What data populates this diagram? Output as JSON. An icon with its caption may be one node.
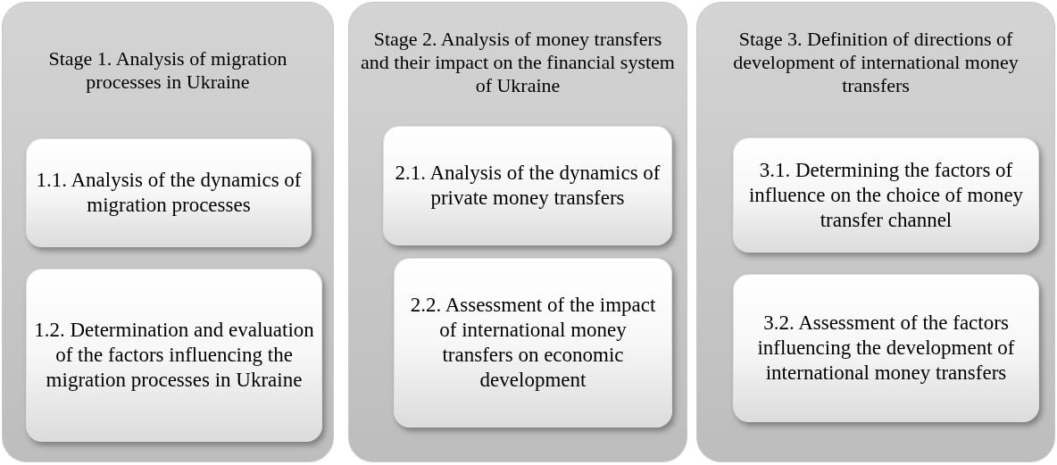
{
  "diagram": {
    "nodes": [
      {
        "text": [
          "Stage 1. Analysis of migration processes in Ukraine"
        ]
      },
      {
        "text": [
          "1.1. Analysis of the dynamics of migration processes"
        ],
        "in": 0
      },
      {
        "text": [
          "1.2. Determination and evaluation of the factors influencing the migration processes in Ukraine"
        ],
        "in": 0
      },
      {
        "text": [
          "Stage 2. Analysis of money transfers and their impact on the financial system of Ukraine"
        ]
      },
      {
        "text": [
          "2.1. Analysis of the dynamics of private money transfers"
        ],
        "in": 3
      },
      {
        "text": [
          "2.2. Assessment of the impact of international money transfers on economic development"
        ],
        "in": 3
      },
      {
        "text": [
          "Stage 3. Definition of directions of development of international money transfers"
        ]
      },
      {
        "text": [
          "3.1. Determining the factors of influence on the choice of money transfer channel"
        ],
        "in": 6
      },
      {
        "text": [
          "3.2. Assessment of the factors influencing the development of international money transfers"
        ],
        "in": 6
      }
    ]
  }
}
